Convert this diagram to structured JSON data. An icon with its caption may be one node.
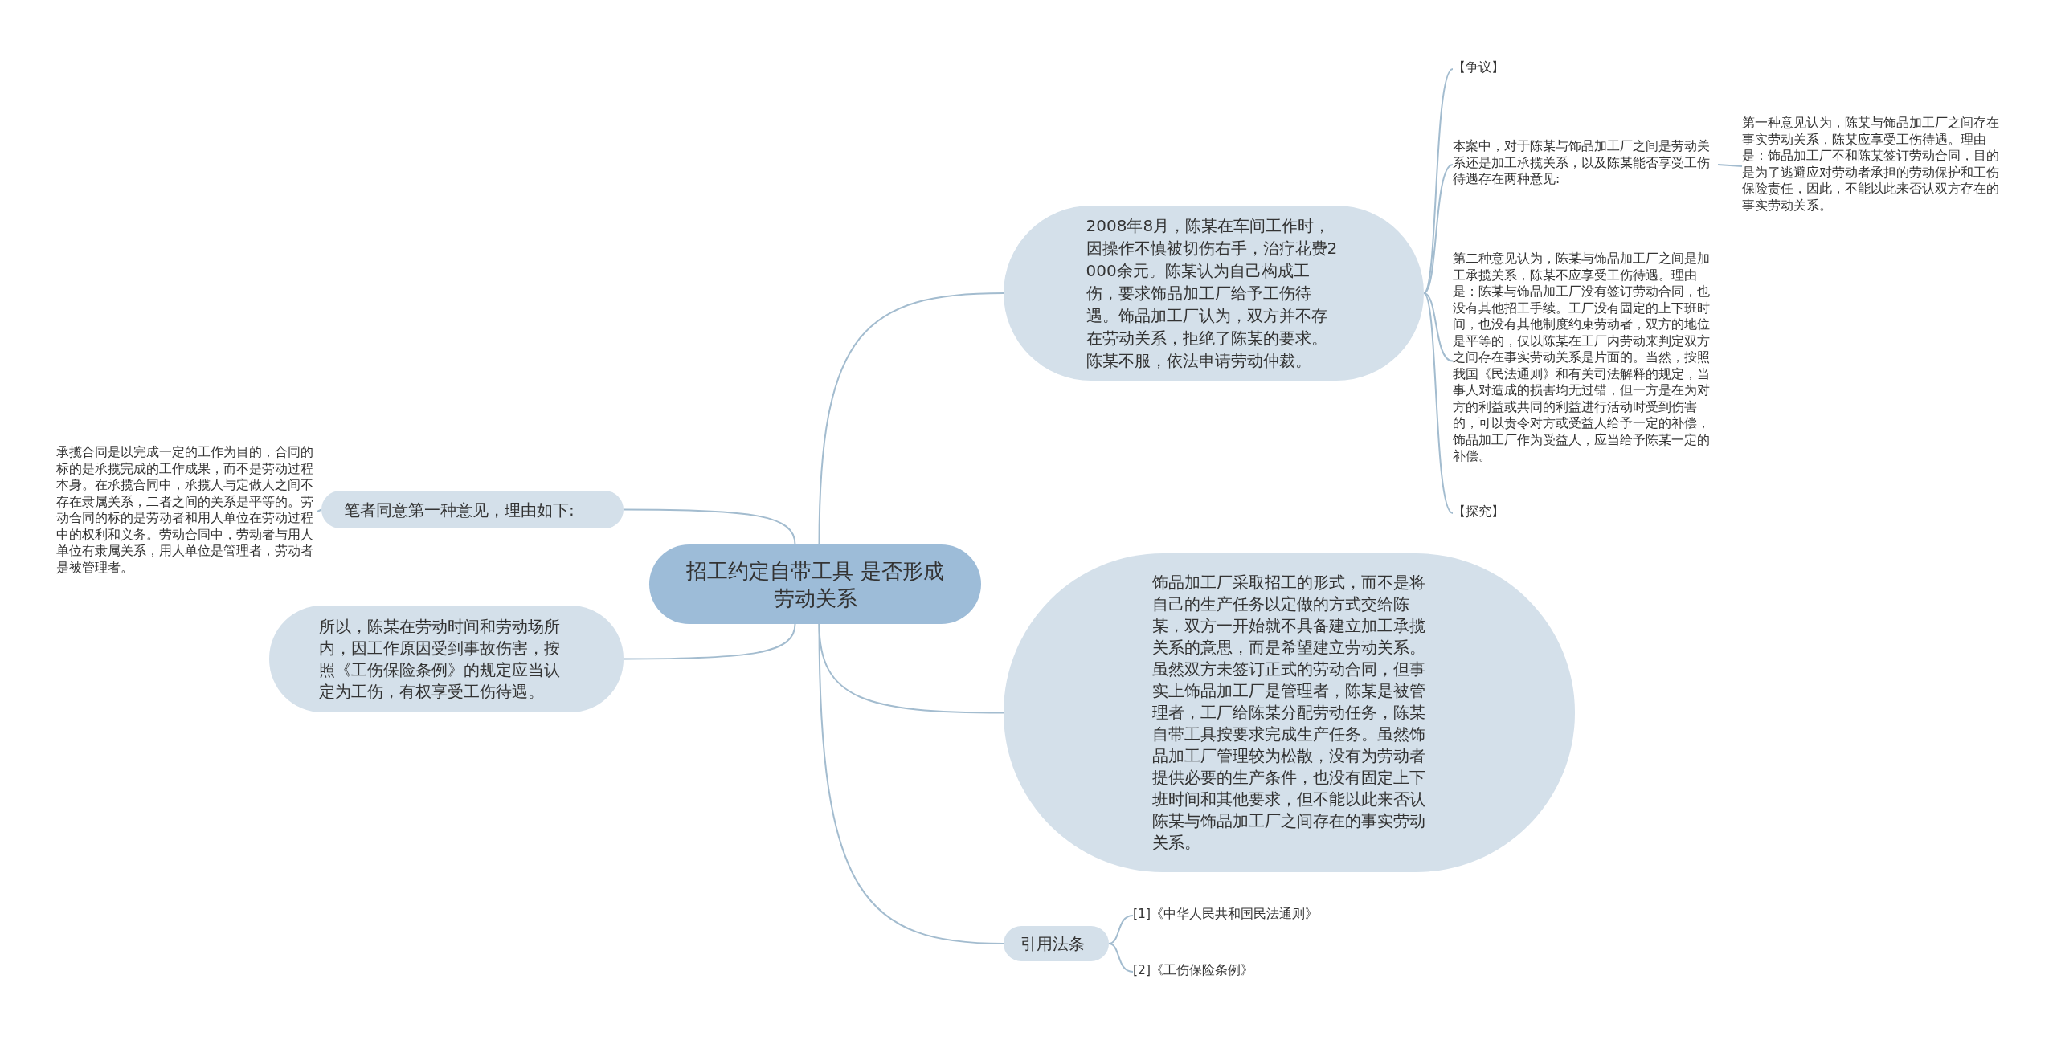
{
  "diagram": {
    "nodes": [
      {
        "text": [
          "招工约定自带工具 是否形成劳动关系"
        ]
      },
      {
        "text": [
          "2008年8月，陈某在车间工作时，因操作不慎被切伤右手，治疗花费2000余元。陈某认为自己构成工伤，要求饰品加工厂给予工伤待遇。饰品加工厂认为，双方并不存在劳动关系，拒绝了陈某的要求。陈某不服，依法申请劳动仲裁。"
        ]
      },
      {
        "text": [
          "【争议】"
        ]
      },
      {
        "text": [
          "本案中，对于陈某与饰品加工厂之间是劳动关系还是加工承揽关系，以及陈某能否享受工伤待遇存在两种意见:"
        ]
      },
      {
        "text": [
          "第一种意见认为，陈某与饰品加工厂之间存在事实劳动关系，陈某应享受工伤待遇。理由是：饰品加工厂不和陈某签订劳动合同，目的是为了逃避应对劳动者承担的劳动保护和工伤保险责任，因此，不能以此来否认双方存在的事实劳动关系。"
        ]
      },
      {
        "text": [
          "第二种意见认为，陈某与饰品加工厂之间是加工承揽关系，陈某不应享受工伤待遇。理由是：陈某与饰品加工厂没有签订劳动合同，也没有其他招工手续。工厂没有固定的上下班时间，也没有其他制度约束劳动者，双方的地位是平等的，仅以陈某在工厂内劳动来判定双方之间存在事实劳动关系是片面的。当然，按照我国《民法通则》和有关司法解释的规定，当事人对造成的损害均无过错，但一方是在为对方的利益或共同的利益进行活动时受到伤害的，可以责令对方或受益人给予一定的补偿，饰品加工厂作为受益人，应当给予陈某一定的补偿。"
        ]
      },
      {
        "text": [
          "【探究】"
        ]
      },
      {
        "text": [
          "饰品加工厂采取招工的形式，而不是将自己的生产任务以定做的方式交给陈某，双方一开始就不具备建立加工承揽关系的意思，而是希望建立劳动关系。虽然双方未签订正式的劳动合同，但事实上饰品加工厂是管理者，陈某是被管理者，工厂给陈某分配劳动任务，陈某自带工具按要求完成生产任务。虽然饰品加工厂管理较为松散，没有为劳动者提供必要的生产条件，也没有固定上下班时间和其他要求，但不能以此来否认陈某与饰品加工厂之间存在的事实劳动关系。"
        ]
      },
      {
        "text": [
          "引用法条"
        ]
      },
      {
        "text": [
          "[1]《中华人民共和国民法通则》"
        ]
      },
      {
        "text": [
          "[2]《工伤保险条例》"
        ]
      },
      {
        "text": [
          "笔者同意第一种意见，理由如下:"
        ]
      },
      {
        "text": [
          "承揽合同是以完成一定的工作为目的，合同的标的是承揽完成的工作成果，而不是劳动过程本身。在承揽合同中，承揽人与定做人之间不存在隶属关系，二者之间的关系是平等的。劳动合同的标的是劳动者和用人单位在劳动过程中的权利和义务。劳动合同中，劳动者与用人单位有隶属关系，用人单位是管理者，劳动者是被管理者。"
        ]
      },
      {
        "text": [
          "所以，陈某在劳动时间和劳动场所内，因工作原因受到事故伤害，按照《工伤保险条例》的规定应当认定为工伤，有权享受工伤待遇。"
        ]
      }
    ],
    "edges": [
      {
        "from": 0,
        "to": 1,
        "arrow": "none"
      },
      {
        "from": 1,
        "to": 2,
        "arrow": "none"
      },
      {
        "from": 1,
        "to": 3,
        "arrow": "none"
      },
      {
        "from": 3,
        "to": 4,
        "arrow": "none"
      },
      {
        "from": 1,
        "to": 5,
        "arrow": "none"
      },
      {
        "from": 1,
        "to": 6,
        "arrow": "none"
      },
      {
        "from": 0,
        "to": 7,
        "arrow": "none"
      },
      {
        "from": 0,
        "to": 8,
        "arrow": "none"
      },
      {
        "from": 8,
        "to": 9,
        "arrow": "none"
      },
      {
        "from": 8,
        "to": 10,
        "arrow": "none"
      },
      {
        "from": 0,
        "to": 11,
        "arrow": "none"
      },
      {
        "from": 11,
        "to": 12,
        "arrow": "none"
      },
      {
        "from": 0,
        "to": 13,
        "arrow": "none"
      }
    ]
  }
}
